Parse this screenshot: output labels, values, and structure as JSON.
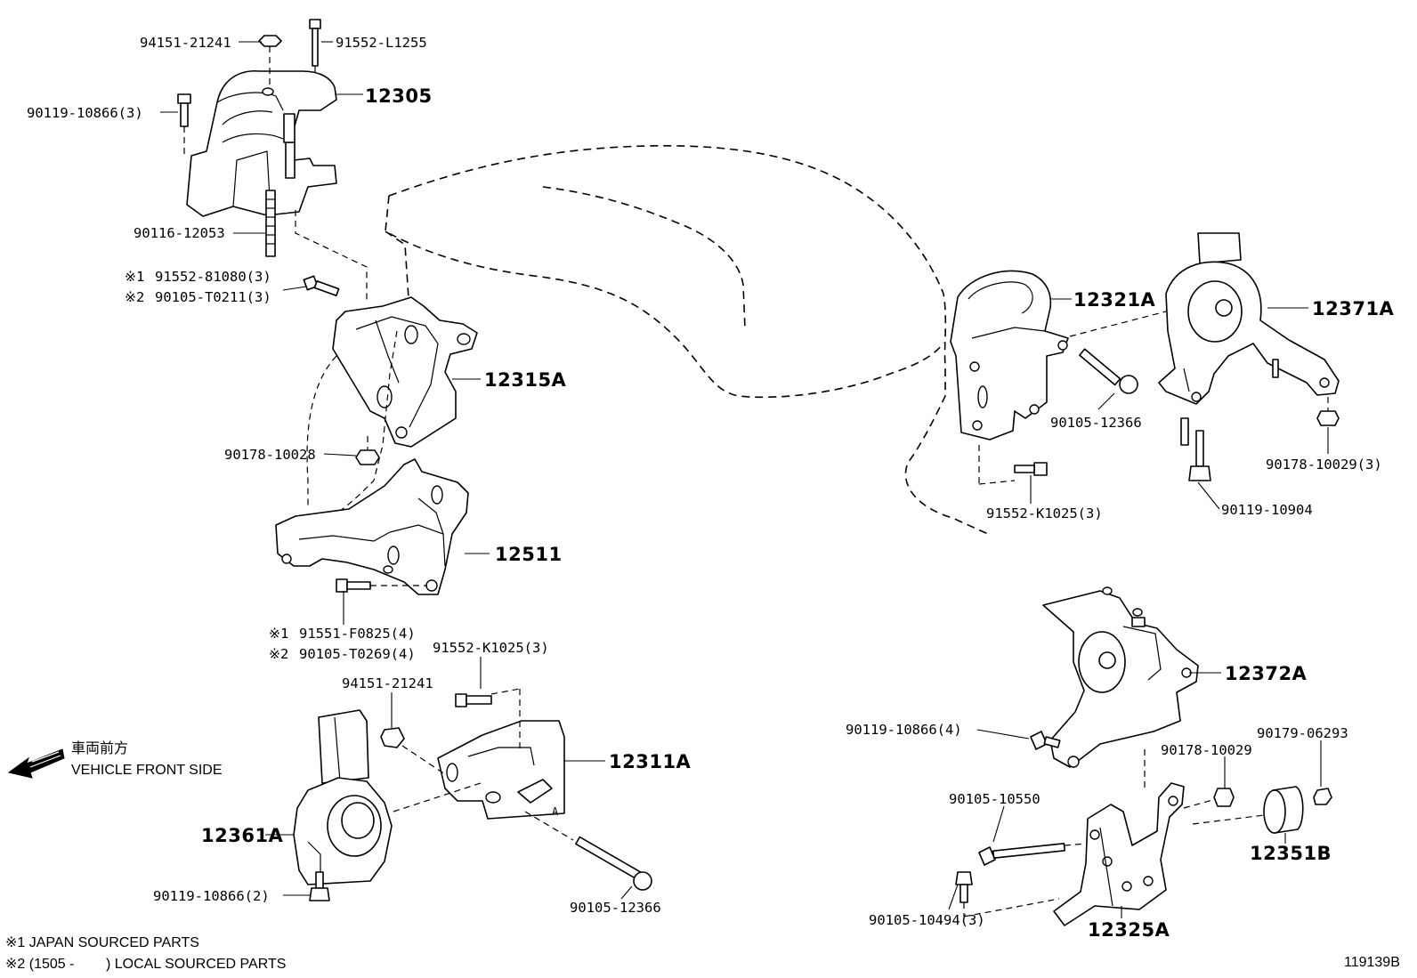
{
  "labels": {
    "p_94151_21241_top": "94151-21241",
    "p_91552_L1255": "91552-L1255",
    "p_12305": "12305",
    "p_90119_10866_3": "90119-10866(3)",
    "p_90116_12053": "90116-12053",
    "p_91552_81080_3": "91552-81080(3)",
    "p_90105_T0211_3": "90105-T0211(3)",
    "p_12315A": "12315A",
    "p_90178_10028": "90178-10028",
    "p_12511": "12511",
    "p_91551_F0825_4": "91551-F0825(4)",
    "p_90105_T0269_4": "90105-T0269(4)",
    "p_91552_K1025_3_lower": "91552-K1025(3)",
    "p_94151_21241_lower": "94151-21241",
    "p_12311A": "12311A",
    "p_12361A": "12361A",
    "p_90119_10866_2": "90119-10866(2)",
    "p_90105_12366_lower": "90105-12366",
    "p_12321A": "12321A",
    "p_12371A": "12371A",
    "p_90105_12366_upper": "90105-12366",
    "p_90178_10029_3": "90178-10029(3)",
    "p_91552_K1025_3_right": "91552-K1025(3)",
    "p_90119_10904": "90119-10904",
    "p_12372A": "12372A",
    "p_90119_10866_4": "90119-10866(4)",
    "p_90179_06293": "90179-06293",
    "p_90178_10029": "90178-10029",
    "p_90105_10550": "90105-10550",
    "p_12351B": "12351B",
    "p_90105_10494_3": "90105-10494(3)",
    "p_12325A": "12325A"
  },
  "markers": {
    "mark1": "※1",
    "mark2": "※2"
  },
  "front_indicator": {
    "japanese": "車両前方",
    "english": "VEHICLE FRONT SIDE"
  },
  "notes": {
    "note1": "※1 JAPAN SOURCED PARTS",
    "note2": "※2 (1505 -        ) LOCAL SOURCED PARTS"
  },
  "figure_id": "119139B"
}
